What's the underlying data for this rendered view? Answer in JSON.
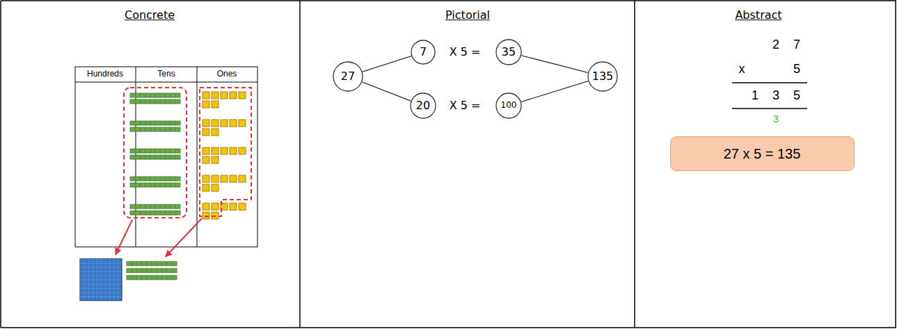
{
  "diagram": {
    "nodes": [
      {
        "text": [
          "27"
        ]
      },
      {
        "text": [
          "7"
        ]
      },
      {
        "text": [
          "35"
        ]
      },
      {
        "text": [
          "20"
        ]
      },
      {
        "text": [
          "100"
        ]
      },
      {
        "text": [
          "135"
        ]
      },
      {
        "text": [
          "27 x 5 = 135"
        ]
      }
    ],
    "edges": [
      {
        "from": 0,
        "to": 1,
        "arrow": "none"
      },
      {
        "from": 0,
        "to": 3,
        "arrow": "none"
      },
      {
        "from": 2,
        "to": 5,
        "arrow": "none"
      },
      {
        "from": 4,
        "to": 5,
        "arrow": "none"
      }
    ],
    "labels": [
      "Concrete",
      "Pictorial",
      "Abstract",
      "Hundreds",
      "Tens",
      "Ones",
      "X 5 =",
      "X 5 =",
      "2",
      "7",
      "x",
      "5",
      "1",
      "3",
      "5",
      "3"
    ]
  }
}
